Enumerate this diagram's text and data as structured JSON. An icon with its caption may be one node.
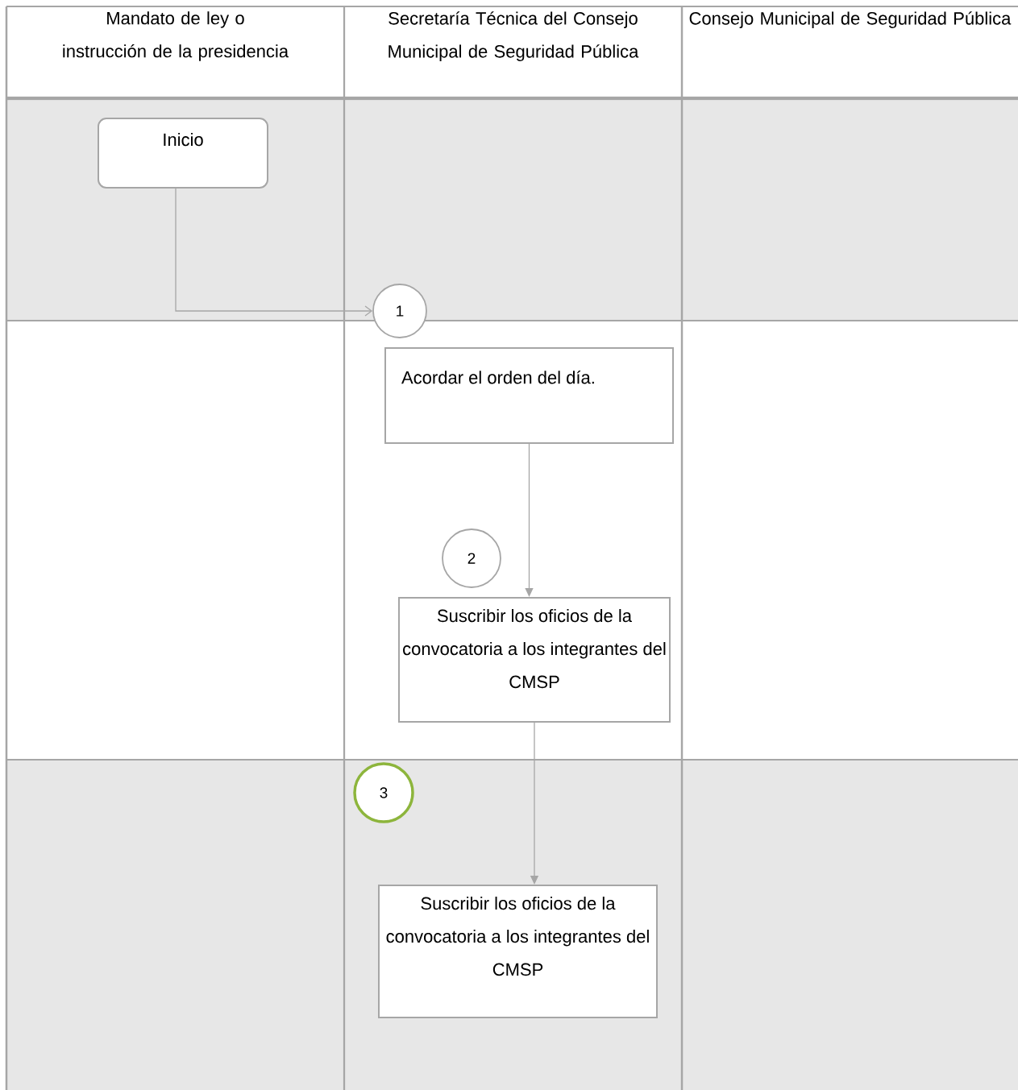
{
  "diagram": {
    "nodes": [
      {
        "text": [
          "Inicio"
        ]
      },
      {
        "text": [
          "1"
        ]
      },
      {
        "text": [
          "Acordar el orden del día."
        ]
      },
      {
        "text": [
          "2"
        ]
      },
      {
        "text": [
          "Suscribir los oficios de la convocatoria a los integrantes del CMSP"
        ]
      },
      {
        "text": [
          "3"
        ]
      },
      {
        "text": [
          "Suscribir los oficios de la convocatoria a los integrantes del CMSP"
        ]
      }
    ],
    "edges": [
      {
        "from": 0,
        "to": 1,
        "arrow": "to"
      },
      {
        "from": 2,
        "to": 4,
        "arrow": "to"
      },
      {
        "from": 4,
        "to": 6,
        "arrow": "to"
      }
    ],
    "labels": [
      "Mandato de ley o instrucción de la presidencia",
      "Secretaría Técnica del Consejo Municipal de Seguridad Pública",
      "Consejo Municipal de Seguridad Pública"
    ]
  }
}
